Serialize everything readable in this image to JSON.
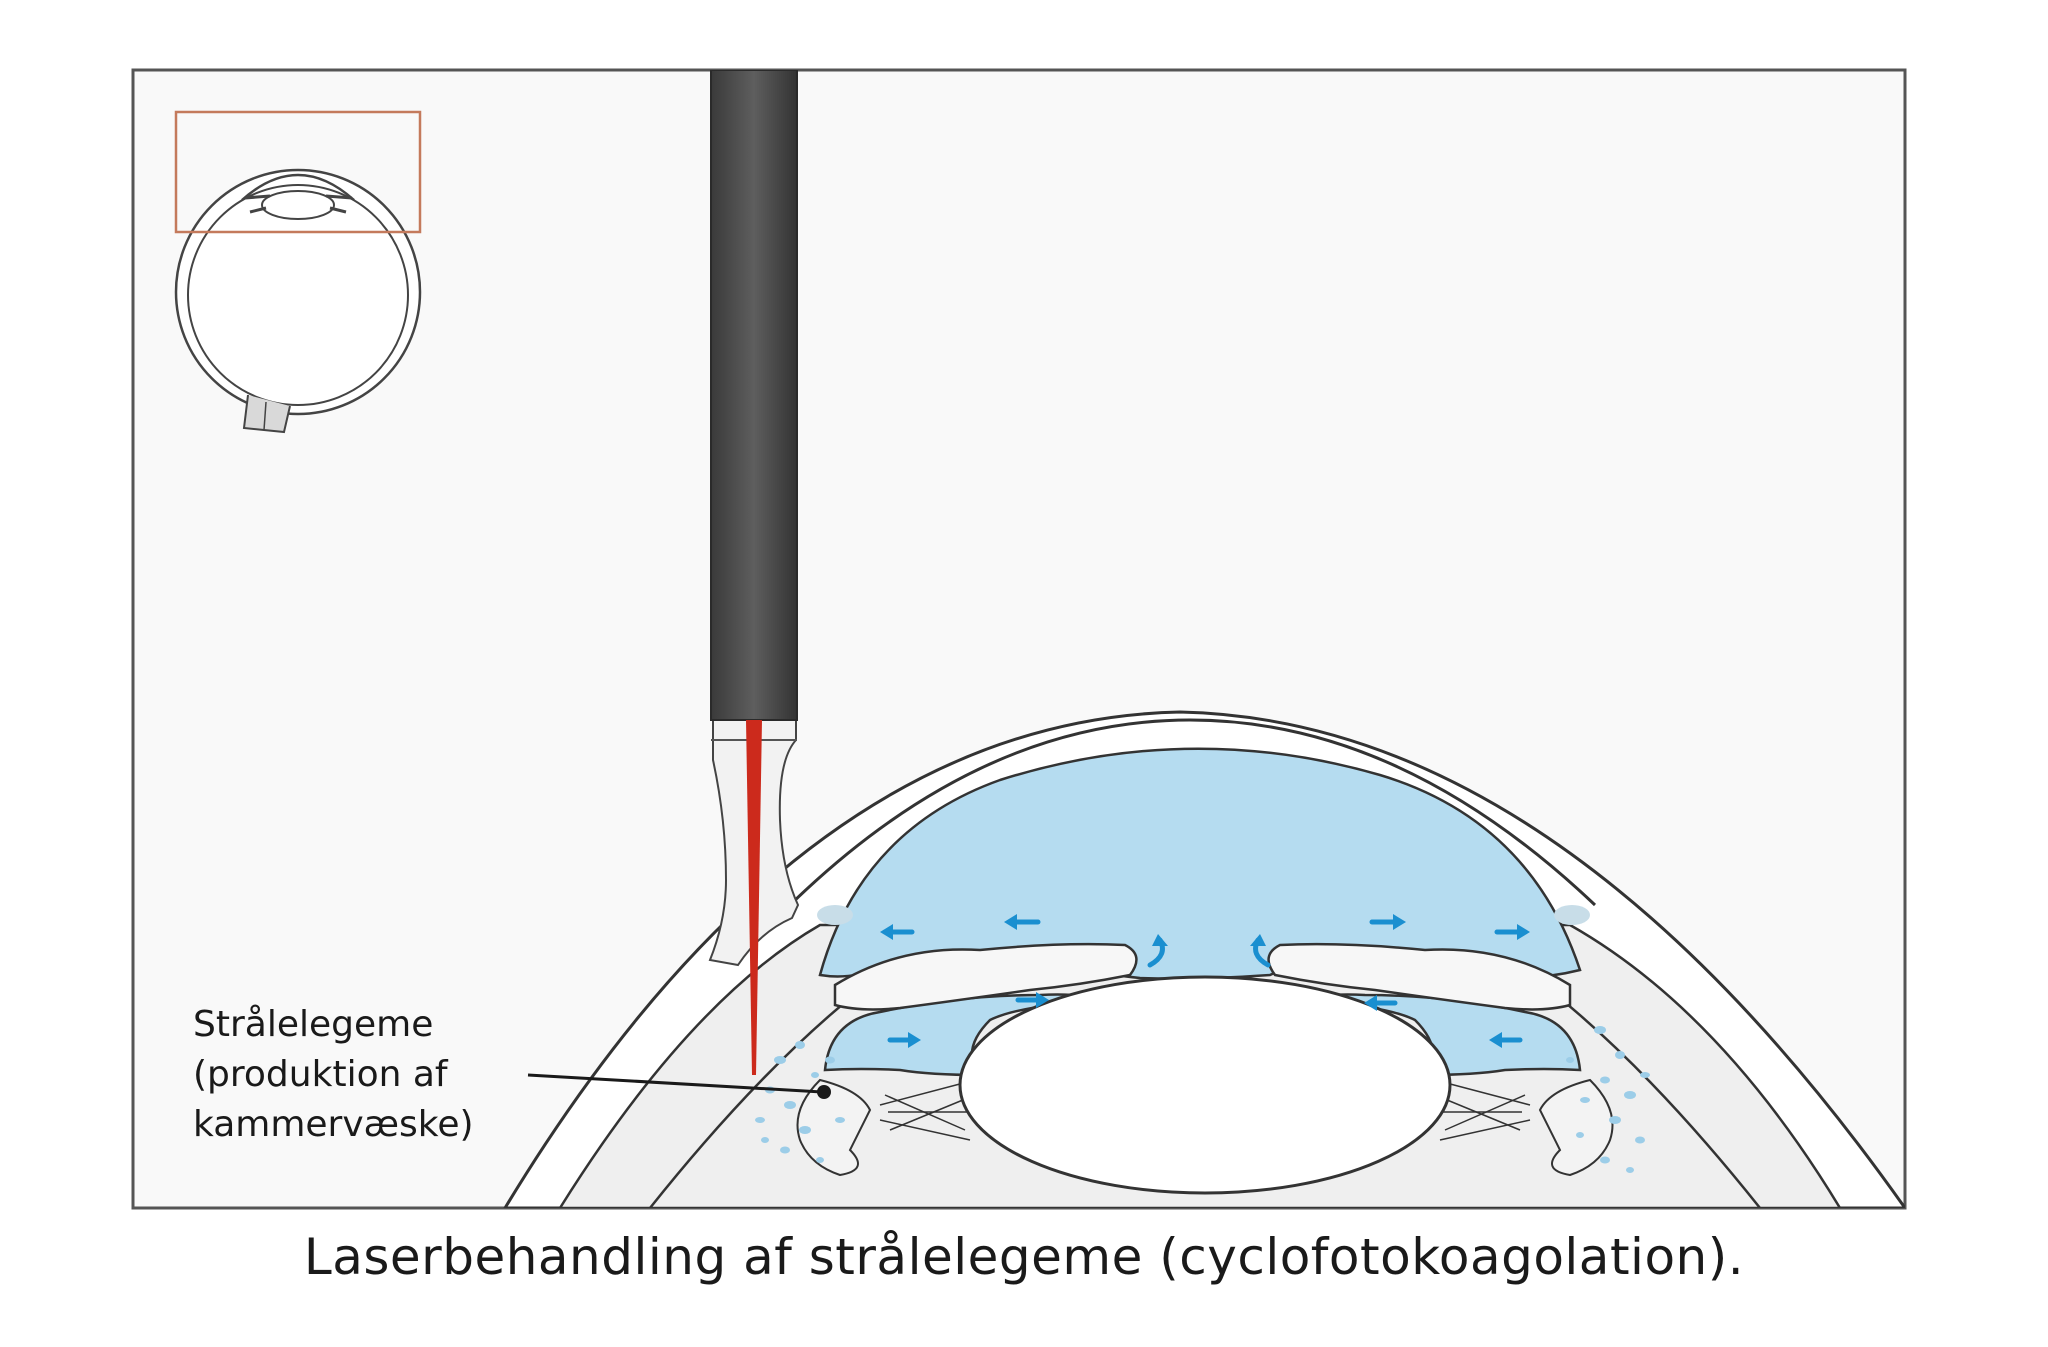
{
  "diagram": {
    "label_lines": [
      "Strålelegeme",
      "(produktion af",
      "kammervæske)"
    ],
    "caption": "Laserbehandling af strålelegeme (cyclofotokoagolation).",
    "colors": {
      "frame": "#555555",
      "tissue": "#f0f0f0",
      "fluid": "#b5dcf0",
      "arrows": "#1a8fd0",
      "laser": "#cc2a1c",
      "probe": "#444444",
      "inset_box": "#c47a5c"
    }
  }
}
